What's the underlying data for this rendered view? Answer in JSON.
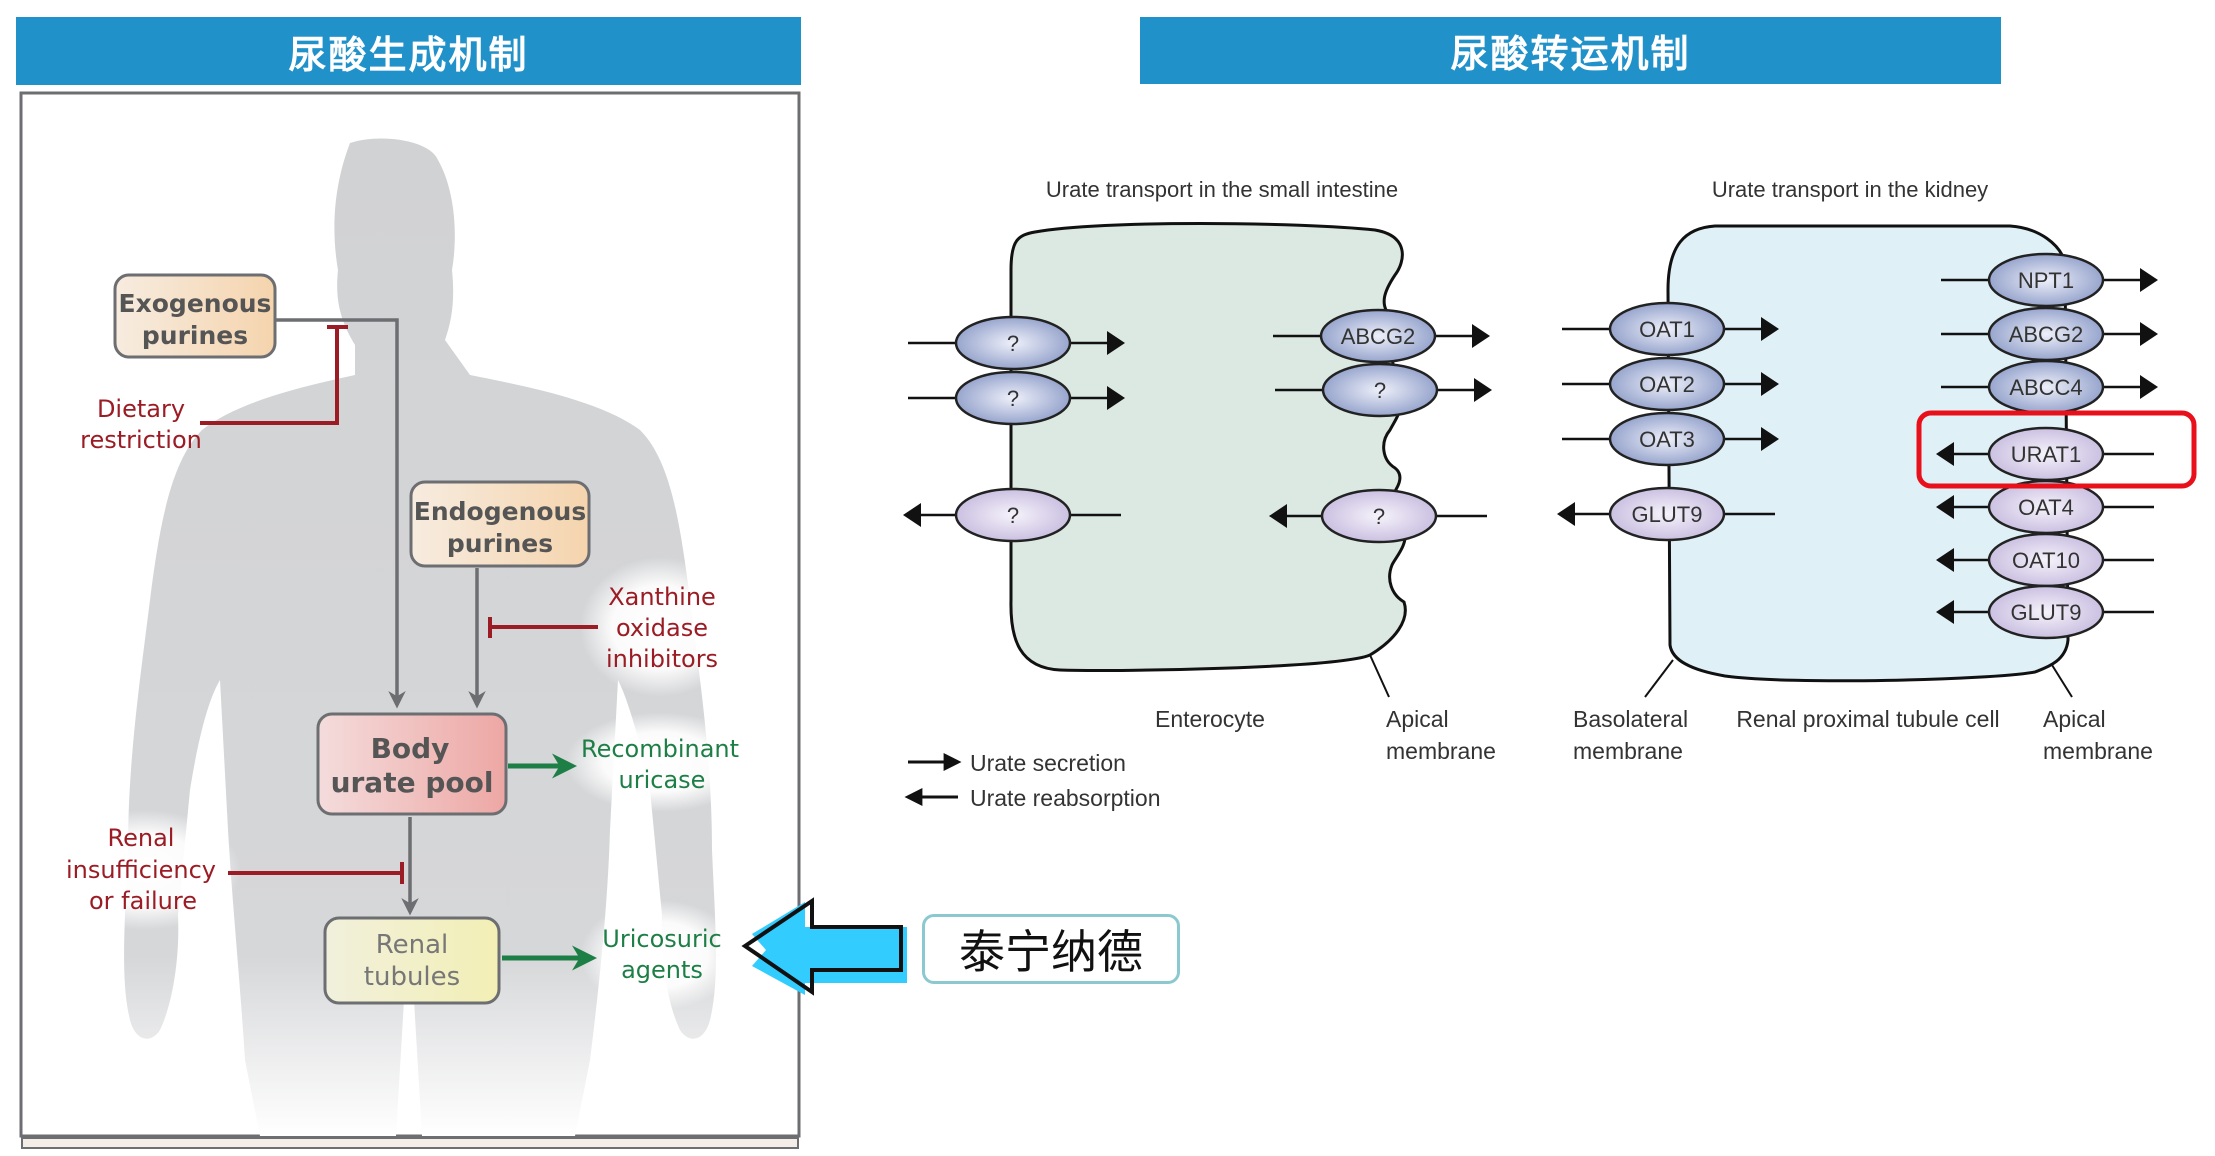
{
  "headers": {
    "left": "尿酸生成机制",
    "right": "尿酸转运机制"
  },
  "production": {
    "boxes": {
      "exogenous": [
        "Exogenous",
        "purines"
      ],
      "endogenous": [
        "Endogenous",
        "purines"
      ],
      "pool": [
        "Body",
        "urate pool"
      ],
      "tubules": [
        "Renal",
        "tubules"
      ]
    },
    "inhibitors": {
      "dietary": [
        "Dietary",
        "restriction"
      ],
      "xanthine": [
        "Xanthine",
        "oxidase",
        "inhibitors"
      ],
      "renal": [
        "Renal",
        "insufficiency",
        "or failure"
      ]
    },
    "outputs": {
      "uricase": [
        "Recombinant",
        "uricase"
      ],
      "uricosuric": [
        "Uricosuric",
        "agents"
      ]
    }
  },
  "callout": {
    "drug_name": "泰宁纳德"
  },
  "transport": {
    "intestine": {
      "title": "Urate transport in the small intestine",
      "basolateral": [
        {
          "label": "?",
          "direction": "secretion"
        },
        {
          "label": "?",
          "direction": "secretion"
        },
        {
          "label": "?",
          "direction": "reabsorption"
        }
      ],
      "apical": [
        {
          "label": "ABCG2",
          "direction": "secretion"
        },
        {
          "label": "?",
          "direction": "secretion"
        },
        {
          "label": "?",
          "direction": "reabsorption"
        }
      ],
      "cell_label": "Enterocyte",
      "apical_label": [
        "Apical",
        "membrane"
      ]
    },
    "kidney": {
      "title": "Urate transport in the kidney",
      "basolateral": [
        {
          "label": "OAT1",
          "direction": "secretion"
        },
        {
          "label": "OAT2",
          "direction": "secretion"
        },
        {
          "label": "OAT3",
          "direction": "secretion"
        },
        {
          "label": "GLUT9",
          "direction": "reabsorption"
        }
      ],
      "apical": [
        {
          "label": "NPT1",
          "direction": "secretion"
        },
        {
          "label": "ABCG2",
          "direction": "secretion"
        },
        {
          "label": "ABCC4",
          "direction": "secretion"
        },
        {
          "label": "URAT1",
          "direction": "reabsorption",
          "highlighted": true
        },
        {
          "label": "OAT4",
          "direction": "reabsorption"
        },
        {
          "label": "OAT10",
          "direction": "reabsorption"
        },
        {
          "label": "GLUT9",
          "direction": "reabsorption"
        }
      ],
      "basolateral_label": [
        "Basolateral",
        "membrane"
      ],
      "cell_label": "Renal proximal tubule cell",
      "apical_label": [
        "Apical",
        "membrane"
      ]
    },
    "legend": {
      "secretion": "Urate secretion",
      "reabsorption": "Urate reabsorption"
    }
  },
  "colors": {
    "header_bg": "#2191c9",
    "highlight": "#e8101a",
    "callout_arrow": "#33ccff",
    "inhibitor": "#9b1c24",
    "therapy": "#1e7f46",
    "secretion_transporter": "#8c9cc8",
    "reabsorption_transporter": "#c9bfe0"
  }
}
